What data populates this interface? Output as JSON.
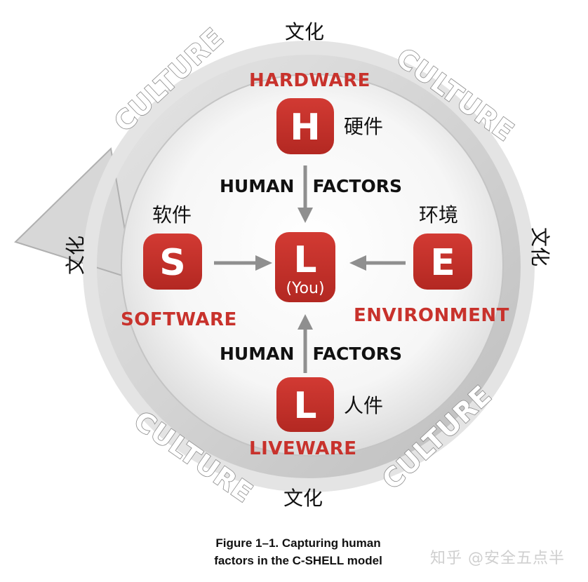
{
  "diagram": {
    "ring_word": "CULTURE",
    "ring_word_cn": "文化",
    "hardware": {
      "label": "HARDWARE",
      "letter": "H",
      "cn": "硬件"
    },
    "software": {
      "label": "SOFTWARE",
      "letter": "S",
      "cn": "软件"
    },
    "environment": {
      "label": "ENVIRONMENT",
      "letter": "E",
      "cn": "环境"
    },
    "liveware": {
      "label": "LIVEWARE",
      "letter": "L",
      "cn": "人件"
    },
    "center": {
      "letter": "L",
      "sub": "(You)"
    },
    "human_factors": "HUMAN   FACTORS",
    "colors": {
      "red": "#c8322c",
      "ring": "#d9d9d9",
      "arrow": "#8f8f8f"
    }
  },
  "caption": {
    "line1": "Figure 1–1. Capturing human",
    "line2": "factors in the C-SHELL model"
  },
  "watermark": "知乎 @安全五点半"
}
